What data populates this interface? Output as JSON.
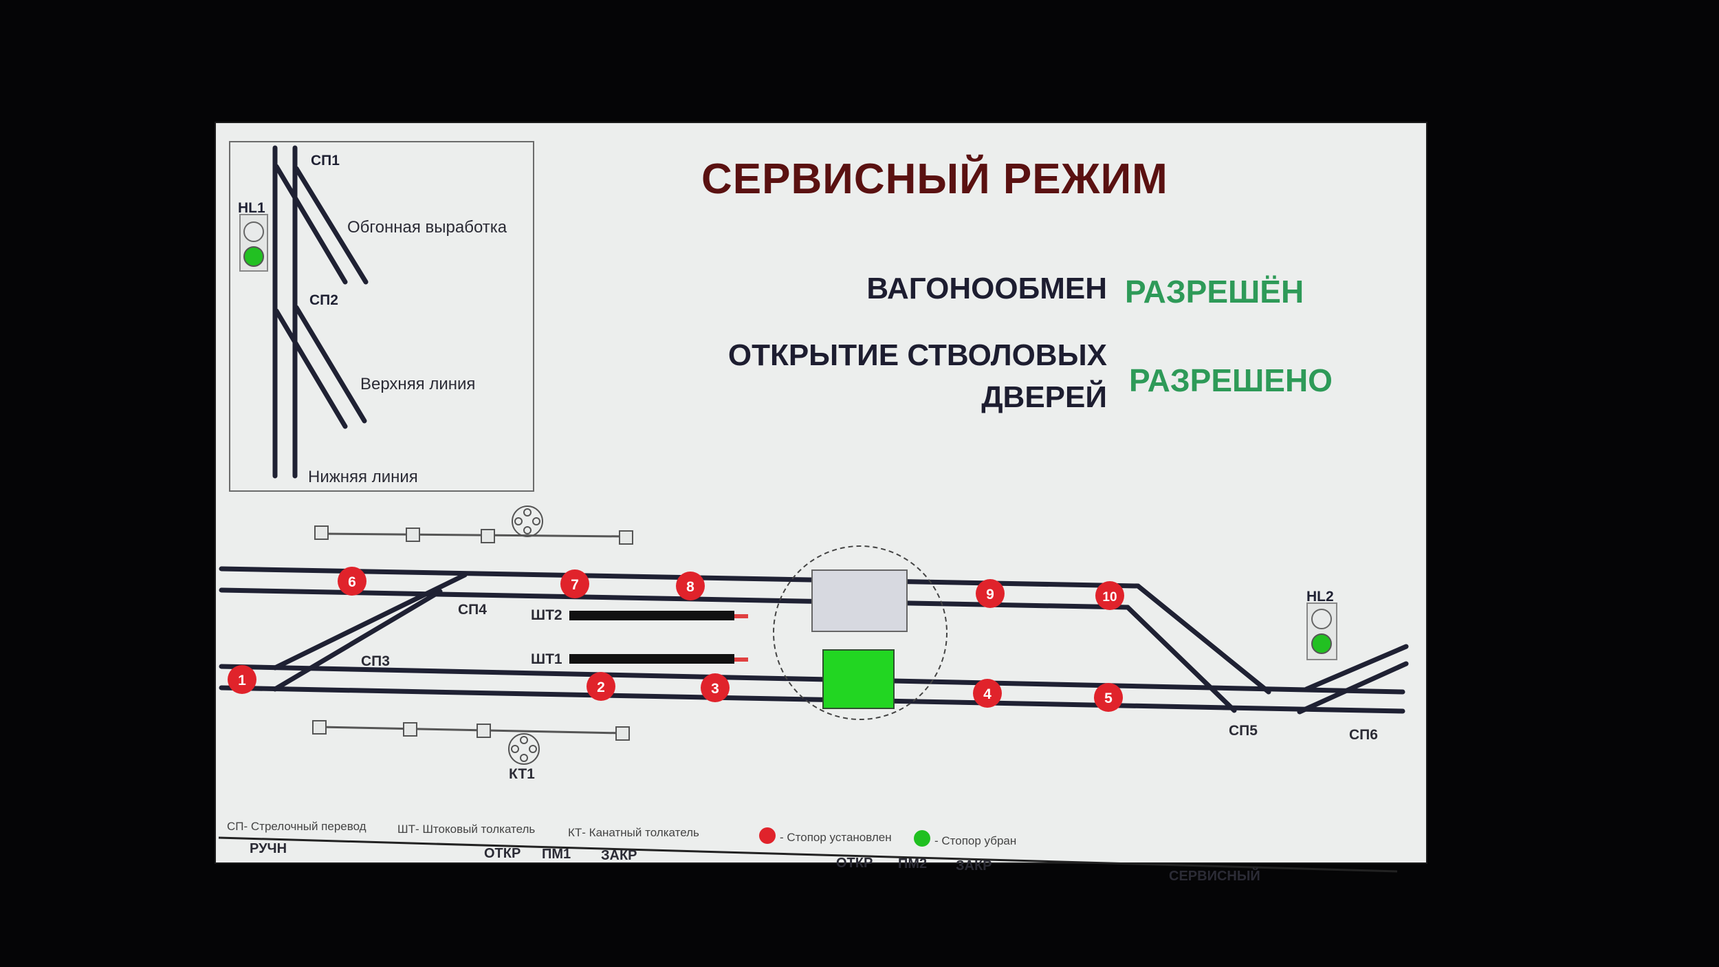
{
  "title": "СЕРВИСНЫЙ РЕЖИМ",
  "status": {
    "wagon_exchange_label": "ВАГОНООБМЕН",
    "wagon_exchange_value": "РАЗРЕШЁН",
    "door_open_label_line1": "ОТКРЫТИЕ СТВОЛОВЫХ",
    "door_open_label_line2": "ДВЕРЕЙ",
    "door_open_value": "РАЗРЕШЕНО"
  },
  "inset": {
    "signal_label": "HL1",
    "switch_1": "СП1",
    "switch_2": "СП2",
    "track_overtaking": "Обгонная выработка",
    "track_upper": "Верхняя линия",
    "track_lower": "Нижняя линия"
  },
  "track": {
    "switches": [
      "СП3",
      "СП4",
      "СП5",
      "СП6"
    ],
    "pushers": [
      "ШТ2",
      "ШТ1"
    ],
    "rope_pusher": "КТ1",
    "signal_right": "HL2",
    "stoppers": [
      "1",
      "2",
      "3",
      "4",
      "5",
      "6",
      "7",
      "8",
      "9",
      "10"
    ]
  },
  "legend": {
    "sp": "СП- Стрелочный перевод",
    "sht": "ШТ- Штоковый толкатель",
    "kt": "КТ- Канатный толкатель",
    "stopper_set": "- Стопор установлен",
    "stopper_removed": "- Стопор убран"
  },
  "bottom_bar": {
    "manual": "РУЧН",
    "open_1": "ОТКР",
    "pm1": "ПМ1",
    "close_1": "ЗАКР",
    "open_2": "ОТКР",
    "pm2": "ПМ2",
    "close_2": "ЗАКР",
    "service": "СЕРВИСНЫЙ"
  },
  "colors": {
    "stopper_set": "#e0232b",
    "stopper_removed": "#20c020",
    "cage_active": "#22d622",
    "cage_inactive": "#d7d9e0",
    "status_ok": "#2e9a58",
    "title": "#5a1111"
  }
}
